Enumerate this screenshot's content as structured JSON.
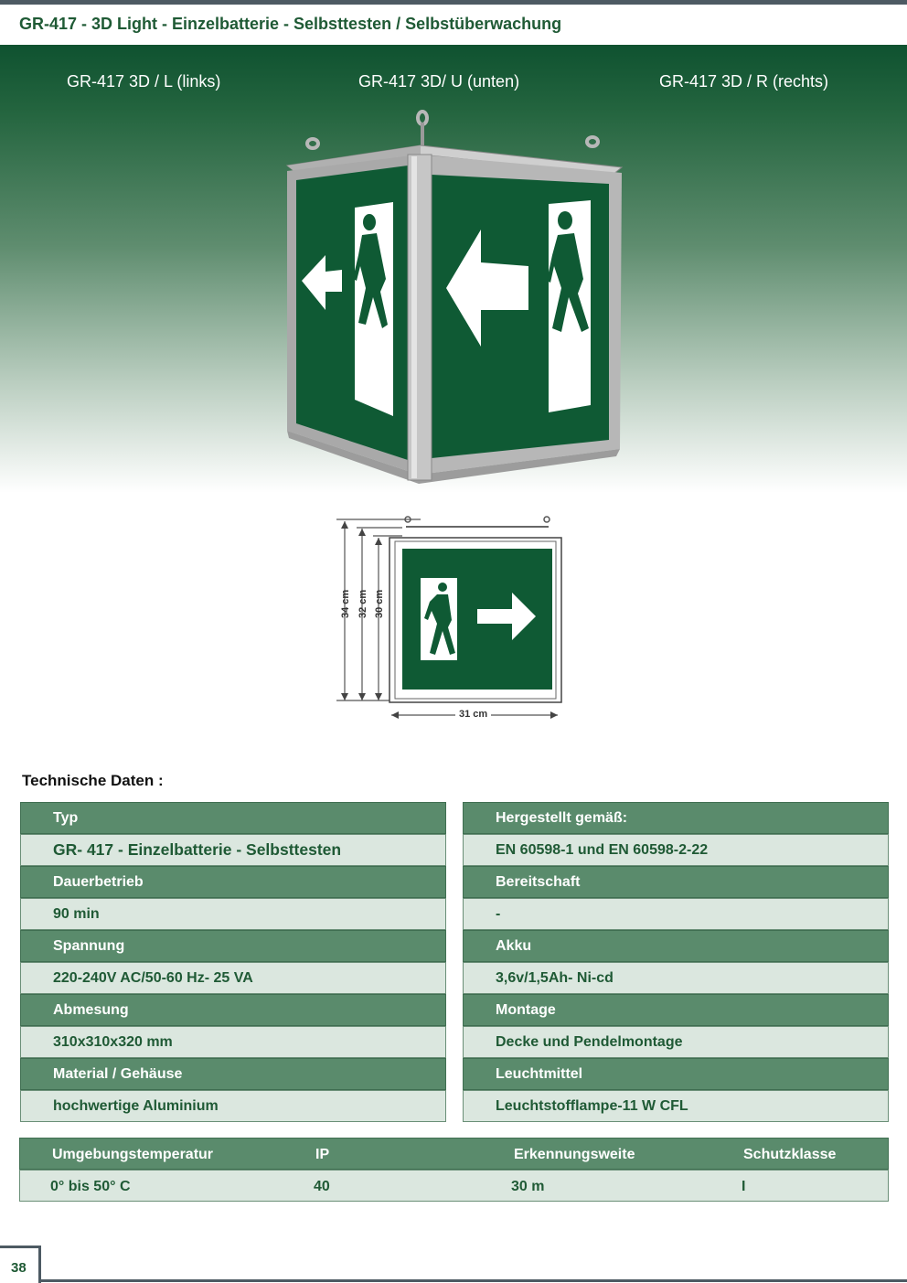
{
  "header": {
    "title": "GR-417 - 3D Light - Einzelbatterie -  Selbsttesten / Selbstüberwachung"
  },
  "variants": [
    "GR-417 3D / L (links)",
    "GR-417 3D/ U (unten)",
    "GR-417 3D / R (rechts)"
  ],
  "diagram": {
    "height_labels": [
      "34 cm",
      "32 cm",
      "30 cm"
    ],
    "width_label": "31 cm"
  },
  "section_title": "Technische Daten :",
  "spec_left": [
    {
      "label": "Typ",
      "value": "GR- 417 - Einzelbatterie - Selbsttesten"
    },
    {
      "label": "Dauerbetrieb",
      "value": "90 min"
    },
    {
      "label": "Spannung",
      "value": "220-240V AC/50-60 Hz- 25 VA"
    },
    {
      "label": "Abmesung",
      "value": "310x310x320 mm"
    },
    {
      "label": "Material / Gehäuse",
      "value": "hochwertige Aluminium"
    }
  ],
  "spec_right": [
    {
      "label": "Hergestellt gemäß:",
      "value": "EN 60598-1 und EN 60598-2-22"
    },
    {
      "label": "Bereitschaft",
      "value": "-"
    },
    {
      "label": "Akku",
      "value": "3,6v/1,5Ah- Ni-cd"
    },
    {
      "label": "Montage",
      "value": "Decke und Pendelmontage"
    },
    {
      "label": "Leuchtmittel",
      "value": "Leuchtstofflampe-11 W CFL"
    }
  ],
  "bottom_table": {
    "headers": [
      "Umgebungstemperatur",
      "IP",
      "Erkennungsweite",
      "Schutzklasse"
    ],
    "values": [
      "0° bis 50° C",
      "40",
      "30 m",
      "I"
    ]
  },
  "page_number": "38",
  "colors": {
    "sign_green": "#0f5a34",
    "header_green": "#5a8b6c",
    "value_bg": "#dbe7df",
    "text_green": "#1f5a35"
  }
}
